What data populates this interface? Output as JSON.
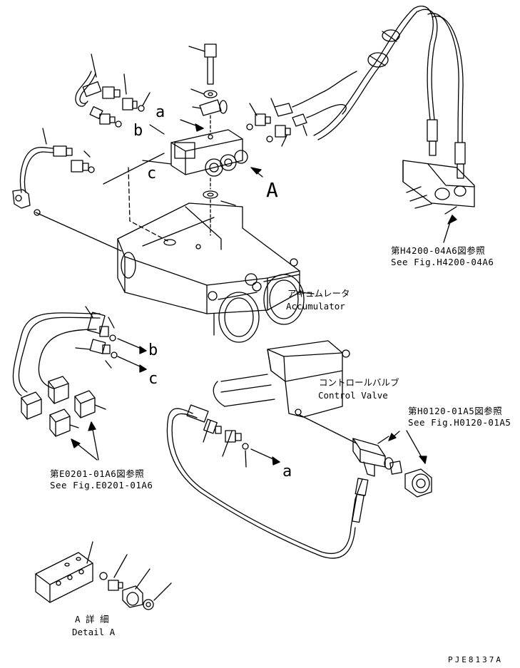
{
  "callouts": {
    "a_top": "a",
    "b_top": "b",
    "c_top": "c",
    "view_A": "A",
    "b_mid": "b",
    "c_mid": "c",
    "a_bottom": "a"
  },
  "components": {
    "accumulator_jp": "アキュムレータ",
    "accumulator_en": "Accumulator",
    "control_valve_jp": "コントロールバルブ",
    "control_valve_en": "Control Valve"
  },
  "references": {
    "h4200_jp": "第H4200-04A6図参照",
    "h4200_en": "See Fig.H4200-04A6",
    "h0120_jp": "第H0120-01A5図参照",
    "h0120_en": "See Fig.H0120-01A5",
    "e0201_jp": "第E0201-01A6図参照",
    "e0201_en": "See Fig.E0201-01A6"
  },
  "detail": {
    "jp": "A 詳 細",
    "en": "Detail A"
  },
  "drawing_code": "PJE8137A",
  "colors": {
    "ink": "#000000",
    "paper": "#ffffff"
  }
}
